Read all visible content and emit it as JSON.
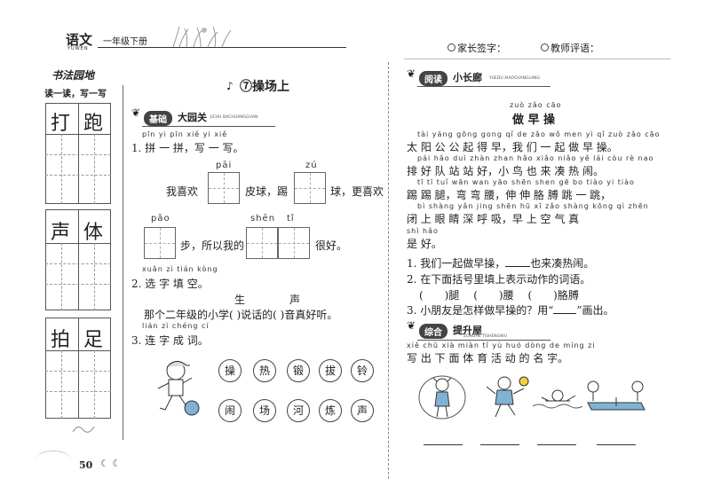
{
  "header": {
    "subject": "语文",
    "subject_pinyin": "YUWEN",
    "grade": "一年级下册",
    "parent_sign": "家长签字：",
    "teacher_comment": "教师评语："
  },
  "left_panel": {
    "title": "书法园地",
    "subtitle": "读一读，写一写",
    "chars": [
      "打",
      "跑",
      "声",
      "体",
      "拍",
      "足"
    ]
  },
  "lesson": {
    "number": "⑦",
    "title": "操场上"
  },
  "basic": {
    "badge": "基础",
    "title": "大园关",
    "sub": "JICHU DACHUANGGUAN"
  },
  "q1": {
    "pinyin": "pīn yi pīn xiě yi xiě",
    "label": "1. 拼 一 拼，写 一 写。",
    "py_pai": "pāi",
    "py_zu": "zú",
    "text1": "我喜欢",
    "text2": "皮球，踢",
    "text3": "球，更喜欢",
    "py_pao": "pǎo",
    "py_shen": "shēn",
    "py_ti": "tǐ",
    "text4": "步，所以我的",
    "text5": "很好。"
  },
  "q2": {
    "pinyin": "xuǎn zì tián kòng",
    "label": "2. 选 字 填 空。",
    "opt1": "生",
    "opt2": "声",
    "sentence": "那个二年级的小学(    )说话的(    )音真好听。"
  },
  "q3": {
    "pinyin": "lián zì chéng cí",
    "label": "3. 连 字 成 词。",
    "row1": [
      "操",
      "热",
      "锻",
      "拔",
      "铃"
    ],
    "row2": [
      "闹",
      "场",
      "河",
      "炼",
      "声"
    ]
  },
  "reading": {
    "badge": "阅读",
    "title": "小长廊",
    "sub": "YUEDU XIAOCHANGLANG",
    "poem_title_py": "zuò zǎo cāo",
    "poem_title": "做 早 操",
    "lines": [
      {
        "py": "tài yáng gōng gong qǐ de zǎo   wǒ men yì qǐ zuò zǎo cāo",
        "text": "太 阳 公 公 起 得 早，我 们 一 起 做 早 操。"
      },
      {
        "py": "pái hǎo duì zhàn zhan hǎo   xiǎo niǎo yě lái còu rè nao",
        "text": "排 好 队 站 站 好，小 鸟 也 来 凑 热 闹。"
      },
      {
        "py": "tī  tī  tuǐ   wān wan yāo   shēn shen gē bo tiào yi tiào",
        "text": "踢 踢 腿，弯 弯 腰，伸 伸 胳 膊 跳 一 跳，"
      },
      {
        "py": "bì shàng yǎn jing shēn hū xī   zǎo shàng kōng qì zhēn",
        "text": "闭 上 眼 睛 深 呼 吸，早 上 空 气 真"
      },
      {
        "py": "shì hǎo",
        "text": "是 好。"
      }
    ],
    "q1": "1. 我们一起做早操，",
    "q1b": "也来凑热闹。",
    "q2": "2. 在下面括号里填上表示动作的词语。",
    "q2_items": [
      "腿",
      "腰",
      "胳膊"
    ],
    "q3": "3. 小朋友是怎样做早操的？用“",
    "q3b": "”画出。"
  },
  "comprehensive": {
    "badge": "综合",
    "title": "提升屋",
    "sub": "ZONGHE TISHENGWU",
    "pinyin": "xiě chū xià miàn tǐ yù huó dòng de míng zi",
    "text": "写 出 下 面 体 育 活 动 的 名 字。"
  },
  "page_number": "50"
}
